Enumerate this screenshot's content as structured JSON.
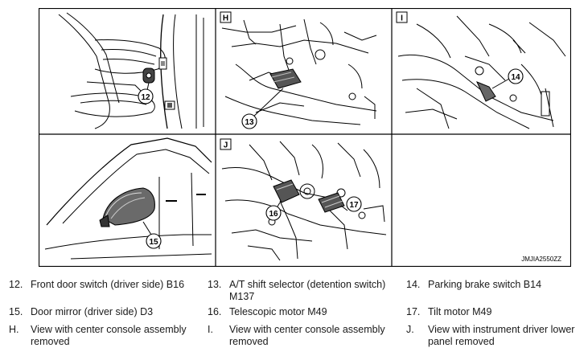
{
  "figure": {
    "id_code": "JMJIA2550ZZ",
    "panel_letters": {
      "h": "H",
      "i": "I",
      "j": "J"
    },
    "callouts": {
      "c12": "12",
      "c13": "13",
      "c14": "14",
      "c15": "15",
      "c16": "16",
      "c17": "17"
    }
  },
  "legend": {
    "items": [
      {
        "num": "12.",
        "text": "Front door switch (driver side) B16"
      },
      {
        "num": "13.",
        "text": "A/T shift selector (detention switch) M137"
      },
      {
        "num": "14.",
        "text": "Parking brake switch B14"
      },
      {
        "num": "15.",
        "text": "Door mirror (driver side) D3"
      },
      {
        "num": "16.",
        "text": "Telescopic motor M49"
      },
      {
        "num": "17.",
        "text": "Tilt motor M49"
      },
      {
        "num": "H.",
        "text": "View with center console assembly removed"
      },
      {
        "num": "I.",
        "text": "View with center console assembly removed"
      },
      {
        "num": "J.",
        "text": "View with instrument driver lower panel removed"
      }
    ]
  }
}
